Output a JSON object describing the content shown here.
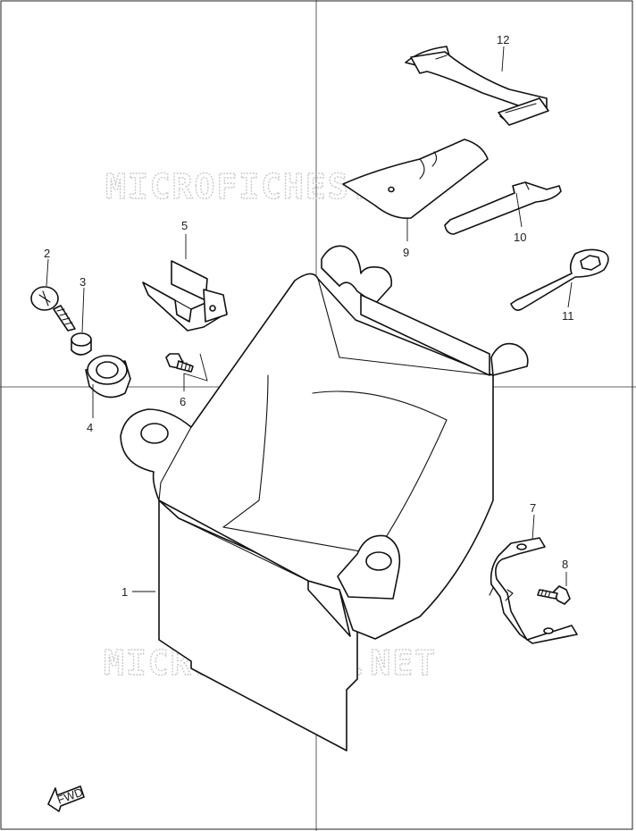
{
  "watermark": {
    "text": "MICROFICHES.NET"
  },
  "fwd_label": "FWD",
  "callouts": [
    {
      "id": "1",
      "part": "battery-holder"
    },
    {
      "id": "2",
      "part": "bolt"
    },
    {
      "id": "3",
      "part": "collar"
    },
    {
      "id": "4",
      "part": "cushion"
    },
    {
      "id": "5",
      "part": "clip"
    },
    {
      "id": "6",
      "part": "bolt"
    },
    {
      "id": "7",
      "part": "bracket"
    },
    {
      "id": "8",
      "part": "bolt"
    },
    {
      "id": "9",
      "part": "cover"
    },
    {
      "id": "10",
      "part": "spanner"
    },
    {
      "id": "11",
      "part": "wrench"
    },
    {
      "id": "12",
      "part": "strap"
    }
  ]
}
